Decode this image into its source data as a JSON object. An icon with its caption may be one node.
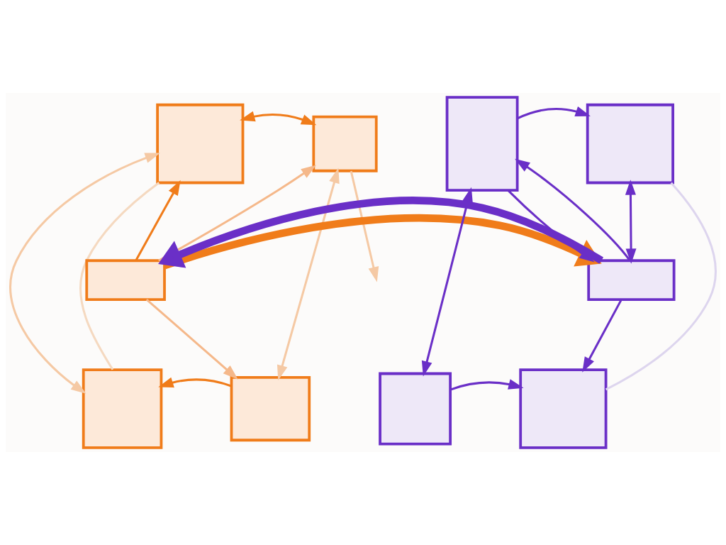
{
  "diagram": {
    "nodes": [
      {
        "text": [],
        "shape": "box"
      },
      {
        "text": [],
        "shape": "box"
      },
      {
        "text": [],
        "shape": "box"
      },
      {
        "text": [],
        "shape": "box"
      },
      {
        "text": [],
        "shape": "box"
      },
      {
        "text": [],
        "shape": "box"
      },
      {
        "text": [],
        "shape": "box"
      },
      {
        "text": [],
        "shape": "box"
      },
      {
        "text": [],
        "shape": "box"
      },
      {
        "text": [],
        "shape": "box"
      }
    ],
    "edges": [
      {
        "from": 0,
        "to": 1,
        "arrow": "both",
        "color": "#f07c1a"
      },
      {
        "from": 0,
        "to": 3,
        "arrow": "both",
        "color": "#f5c9a4"
      },
      {
        "from": 1,
        "to": 4,
        "arrow": "both",
        "color": "#f5c9a4"
      },
      {
        "from": 2,
        "to": 0,
        "arrow": "to",
        "color": "#f07c1a"
      },
      {
        "from": 2,
        "to": 1,
        "arrow": "to",
        "color": "#f5b88a"
      },
      {
        "from": 2,
        "to": 4,
        "arrow": "to",
        "color": "#f5b88a"
      },
      {
        "from": 1,
        "to": null,
        "arrow": "to",
        "color": "#f5c9a4"
      },
      {
        "from": 4,
        "to": 3,
        "arrow": "to",
        "color": "#f07c1a"
      },
      {
        "from": 0,
        "to": 3,
        "arrow": "none",
        "color": "#f5d9c0"
      },
      {
        "from": 2,
        "to": 7,
        "arrow": "to",
        "style": "thick",
        "color": "#f07c1a"
      },
      {
        "from": 7,
        "to": 2,
        "arrow": "to",
        "style": "thick",
        "color": "#6a2fc7"
      },
      {
        "from": 5,
        "to": 6,
        "arrow": "to",
        "color": "#6a2fc7"
      },
      {
        "from": 6,
        "to": 7,
        "arrow": "both",
        "color": "#6a2fc7"
      },
      {
        "from": 7,
        "to": 5,
        "arrow": "to",
        "color": "#6a2fc7"
      },
      {
        "from": 5,
        "to": 8,
        "arrow": "both",
        "color": "#6a2fc7"
      },
      {
        "from": 5,
        "to": 7,
        "arrow": "to",
        "color": "#6a2fc7"
      },
      {
        "from": 7,
        "to": 9,
        "arrow": "to",
        "color": "#6a2fc7"
      },
      {
        "from": 8,
        "to": 9,
        "arrow": "to",
        "color": "#6a2fc7"
      },
      {
        "from": 6,
        "to": 9,
        "arrow": "none",
        "color": "#ddd5ee"
      }
    ]
  }
}
